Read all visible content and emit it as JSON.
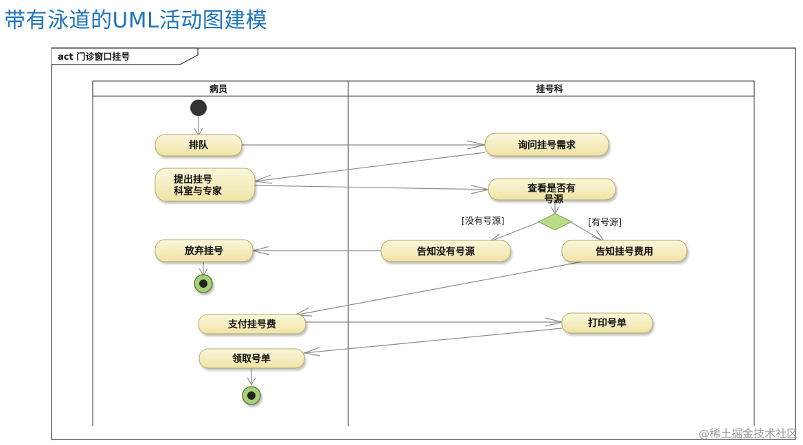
{
  "slide": {
    "title": "带有泳道的UML活动图建模",
    "watermark": "@稀土掘金技术社区"
  },
  "diagram": {
    "frame_label": "act 门诊窗口挂号",
    "lanes": [
      "病员",
      "挂号科"
    ],
    "actions": {
      "queue": "排队",
      "ask_need": "询问挂号需求",
      "propose_dept_1": "提出挂号",
      "propose_dept_2": "科室与专家",
      "check_source_1": "查看是否有",
      "check_source_2": "号源",
      "notify_none": "告知没有号源",
      "notify_fee": "告知挂号费用",
      "give_up": "放弃挂号",
      "pay_fee": "支付挂号费",
      "print_slip": "打印号单",
      "receive_slip": "领取号单"
    },
    "guards": {
      "no_source": "[没有号源]",
      "has_source": "[有号源]"
    },
    "colors": {
      "action_fill": "#f7f0c2",
      "action_stroke": "#b8a860",
      "decision_fill": "#b9dc86",
      "final_fill": "#a8d07a",
      "initial_fill": "#333333",
      "line": "#888888",
      "title": "#1e73be"
    }
  }
}
